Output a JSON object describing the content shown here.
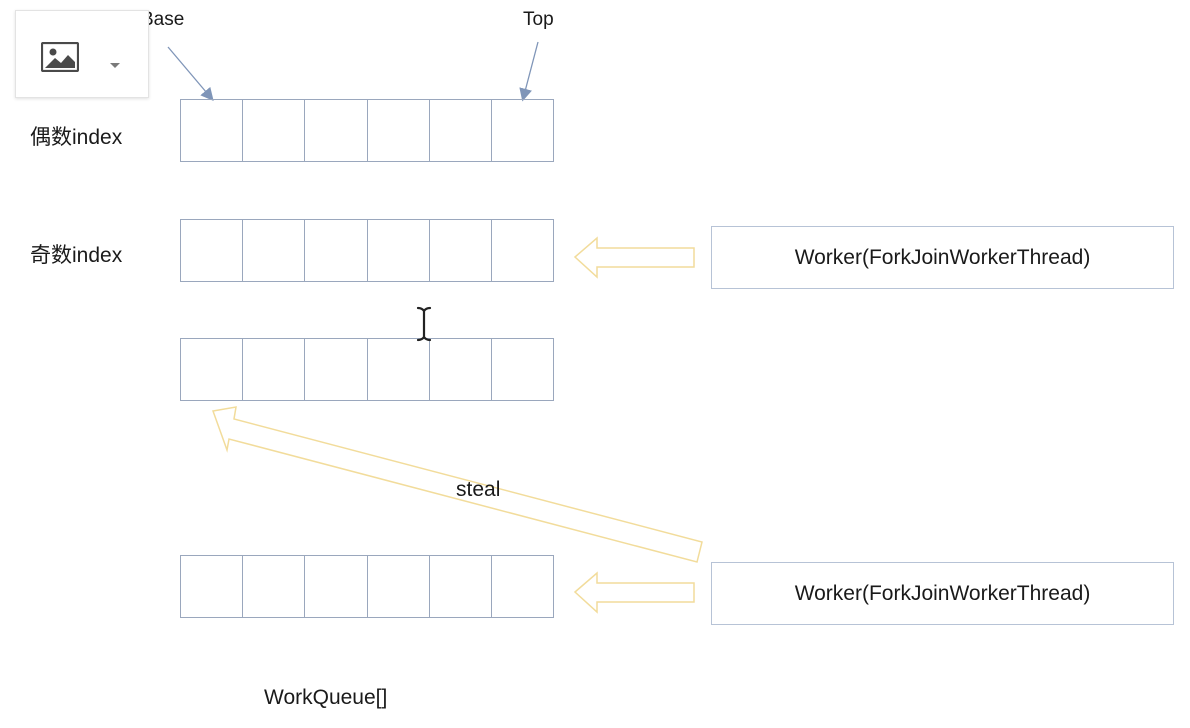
{
  "toolbar": {
    "image_icon": "image-icon",
    "dropdown_icon": "chevron-down-icon"
  },
  "pointers": {
    "base": "Base",
    "top": "Top"
  },
  "row_labels": {
    "even": "偶数index",
    "odd": "奇数index"
  },
  "queues": [
    {
      "cells": 6
    },
    {
      "cells": 6
    },
    {
      "cells": 6
    },
    {
      "cells": 6
    }
  ],
  "workers": [
    {
      "label": "Worker(ForkJoinWorkerThread)"
    },
    {
      "label": "Worker(ForkJoinWorkerThread)"
    }
  ],
  "steal_label": "steal",
  "array_label": "WorkQueue[]",
  "colors": {
    "cell_border": "#9aa7bd",
    "worker_border": "#b7c3d6",
    "arrow_outline": "#f2dc9b",
    "pointer_arrow": "#7f95b8"
  }
}
